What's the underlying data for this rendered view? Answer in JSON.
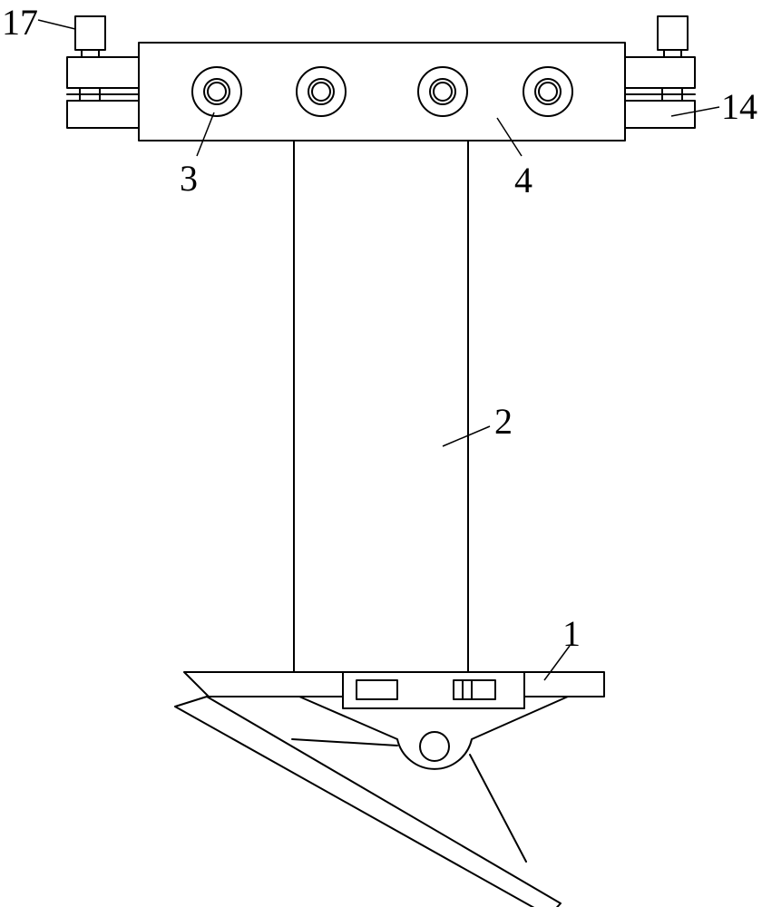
{
  "diagram": {
    "line_color": "#000000",
    "background": "#ffffff",
    "labels": {
      "clamp_knob": "17",
      "clamp_arm": "14",
      "bolt": "3",
      "crossbar": "4",
      "vertical_post": "2",
      "base_plate": "1"
    }
  }
}
